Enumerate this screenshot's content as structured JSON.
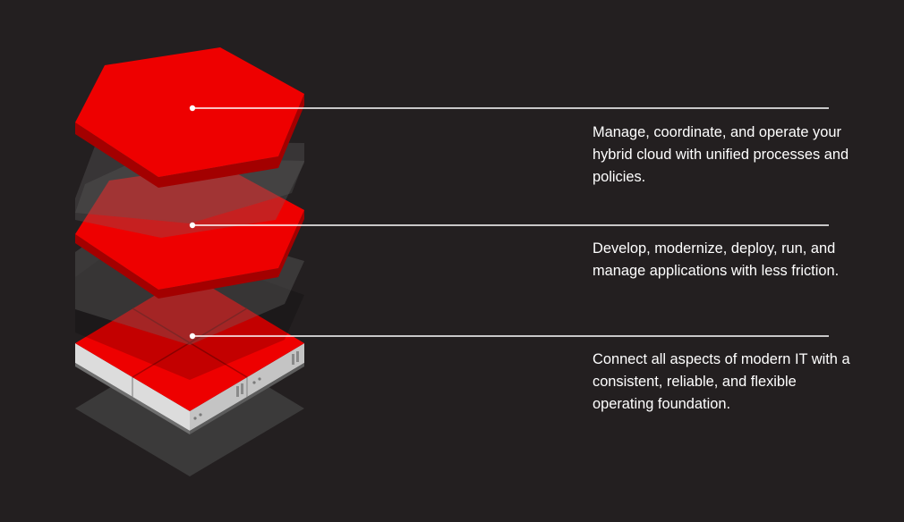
{
  "layers": [
    {
      "id": "management",
      "description": "Manage, coordinate, and operate your hybrid cloud with unified processes and policies."
    },
    {
      "id": "applications",
      "description": "Develop, modernize, deploy, run, and manage applications with less friction."
    },
    {
      "id": "foundation",
      "description": "Connect all aspects of modern IT with a consistent, reliable, and flexible operating foundation."
    }
  ],
  "colors": {
    "background": "#231f20",
    "accent": "#ee0000",
    "accent_dark": "#a30000",
    "shadow": "#3c3c3c",
    "server": "#e6e6e6",
    "text": "#ffffff"
  },
  "icons": [
    "hexagon-layer-top",
    "hexagon-layer-middle",
    "server-tile-grid"
  ]
}
